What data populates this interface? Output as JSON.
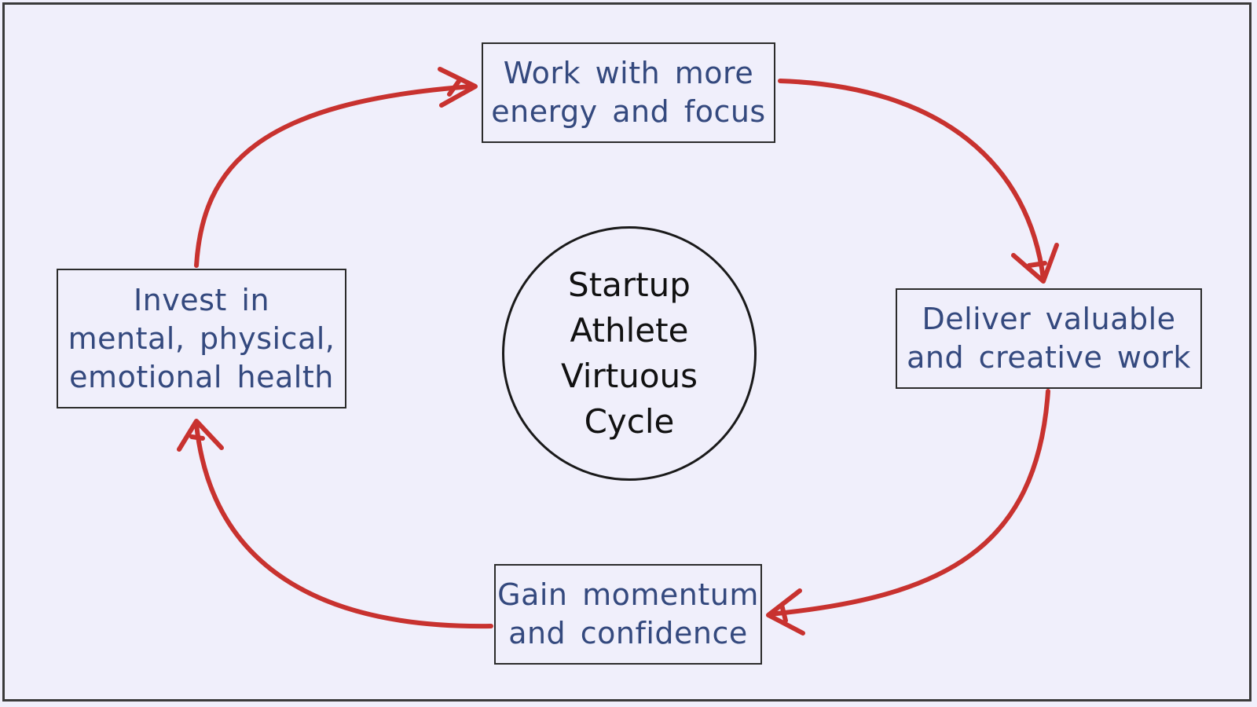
{
  "center": {
    "text": "Startup\nAthlete\nVirtuous\nCycle"
  },
  "steps": [
    {
      "id": "top",
      "text": "Work with more\nenergy and focus"
    },
    {
      "id": "right",
      "text": "Deliver valuable\nand creative work"
    },
    {
      "id": "bottom",
      "text": "Gain momentum\nand confidence"
    },
    {
      "id": "left",
      "text": "Invest in\nmental, physical,\nemotional health"
    }
  ],
  "colors": {
    "background": "#f0effb",
    "box_text": "#34497e",
    "arrow": "#c8322f",
    "border": "#2b2b2b"
  }
}
